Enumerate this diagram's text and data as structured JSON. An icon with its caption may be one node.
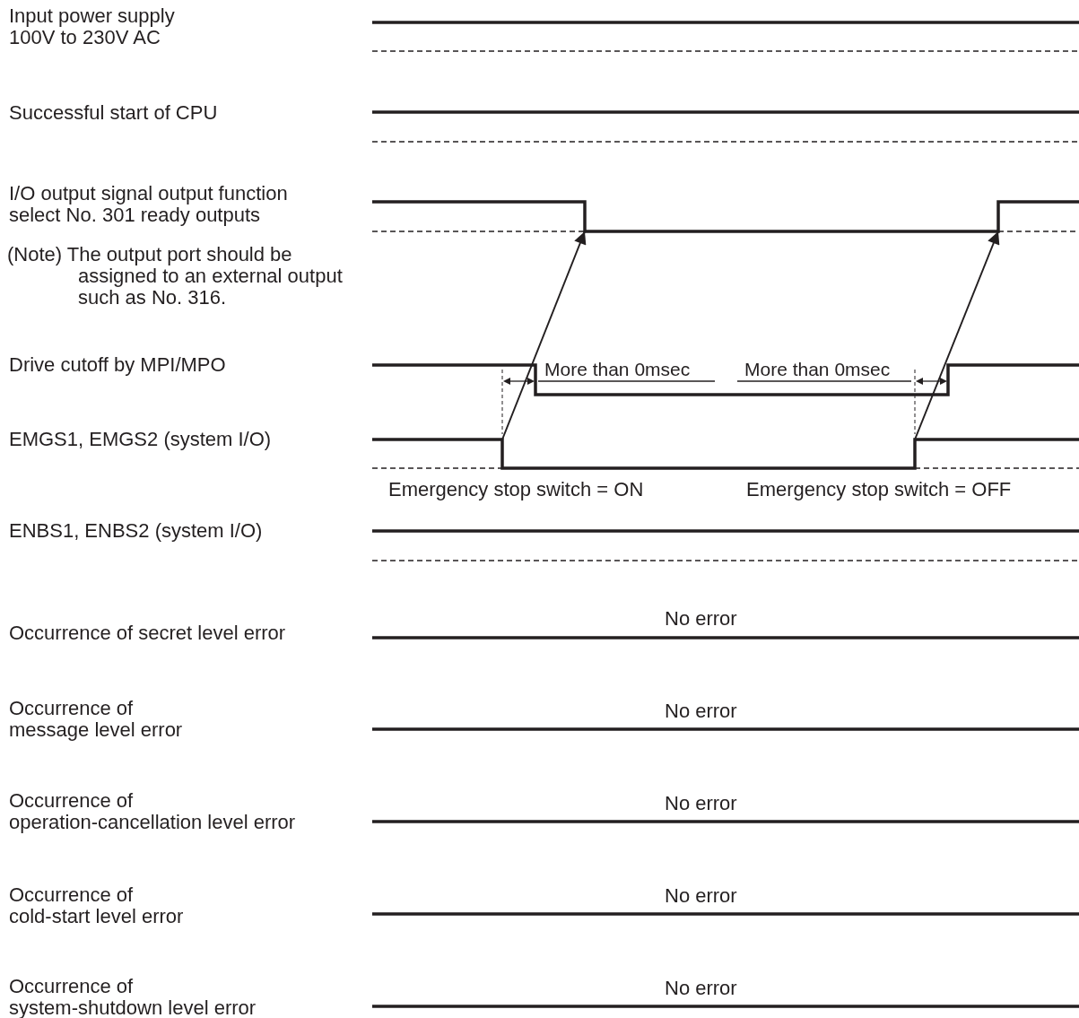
{
  "diagram": {
    "nodes": [
      {
        "text": [],
        "shape": "waveform"
      },
      {
        "text": [],
        "shape": "waveform",
        "beside": [
          "Emergency stop switch = ON",
          "Emergency stop switch = OFF"
        ]
      }
    ],
    "edges": [
      {
        "from": 1,
        "to": 0,
        "arrow": "to"
      },
      {
        "from": 1,
        "to": 0,
        "arrow": "to"
      }
    ],
    "labels": [
      "Input power supply 100V to 230V AC",
      "Successful start of CPU",
      "I/O output signal output function select No. 301 ready outputs",
      "(Note) The output port should be assigned to an external output such as No. 316.",
      "Drive cutoff by MPI/MPO",
      "More than 0msec",
      "More than 0msec",
      "EMGS1, EMGS2 (system I/O)",
      "ENBS1, ENBS2 (system I/O)",
      "No error",
      "Occurrence of secret level error",
      "No error",
      "Occurrence of message level error",
      "No error",
      "Occurrence of operation-cancellation level error",
      "No error",
      "Occurrence of cold-start level error",
      "No error",
      "Occurrence of system-shutdown level error"
    ]
  }
}
